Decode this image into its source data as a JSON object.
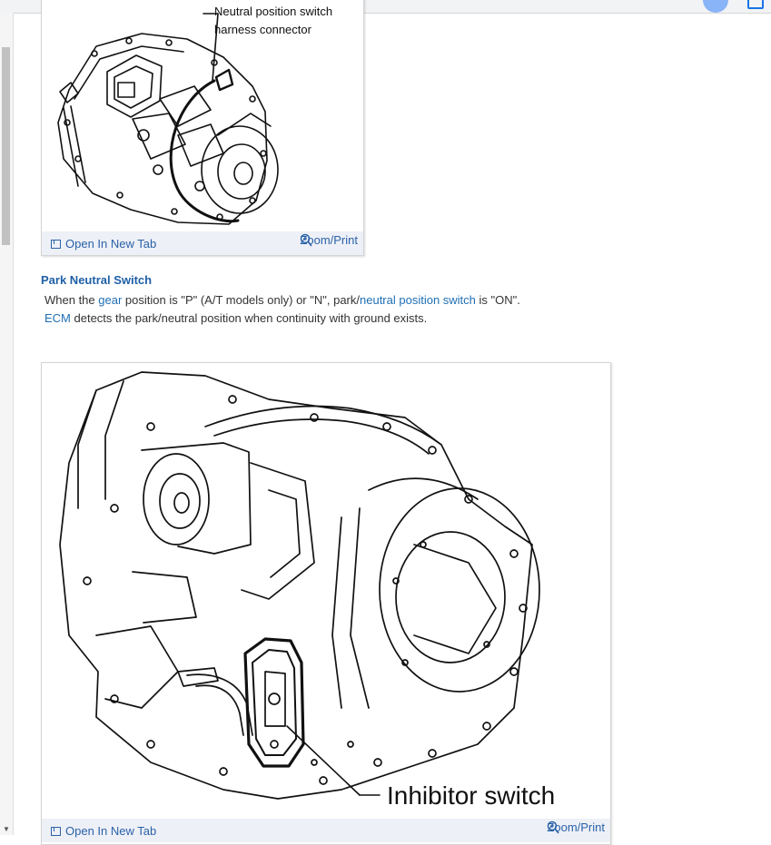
{
  "figure1": {
    "callout": "Neutral position switch\nharness connector",
    "open_label": "Open In New Tab",
    "zoom_label": "Zoom/Print"
  },
  "section": {
    "title": "Park Neutral Switch",
    "line1_pre": "When the ",
    "line1_link1": "gear",
    "line1_mid": " position is \"P\" (A/T models only) or \"N\", park/",
    "line1_link2": "neutral position switch",
    "line1_post": " is \"ON\".",
    "line2_link": "ECM",
    "line2_post": " detects the park/neutral position when continuity with ground exists."
  },
  "figure2": {
    "callout": "Inhibitor switch",
    "open_label": "Open In New Tab",
    "zoom_label": "Zoom/Print"
  },
  "colors": {
    "link": "#1f6fb5",
    "heading": "#1f5fa6",
    "bar_bg": "#eef0f7"
  }
}
